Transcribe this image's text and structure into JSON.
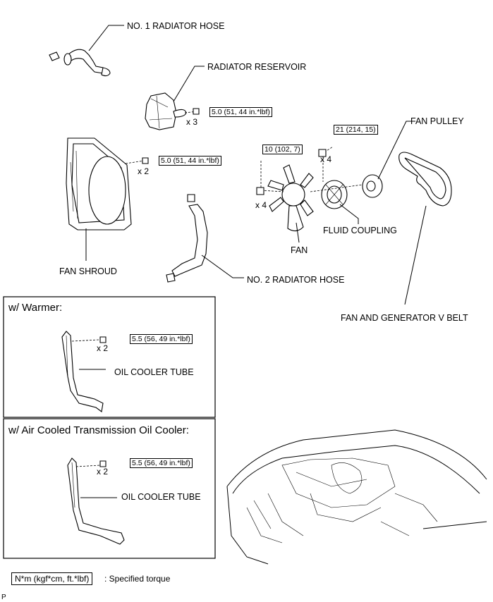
{
  "labels": {
    "no1_hose": "NO. 1 RADIATOR HOSE",
    "reservoir": "RADIATOR RESERVOIR",
    "fan_pulley": "FAN PULLEY",
    "fan_shroud": "FAN SHROUD",
    "no2_hose": "NO. 2 RADIATOR HOSE",
    "fluid_coupling": "FLUID COUPLING",
    "fan": "FAN",
    "vbelt": "FAN AND GENERATOR V BELT",
    "oil_cooler_tube_1": "OIL COOLER TUBE",
    "oil_cooler_tube_2": "OIL COOLER TUBE"
  },
  "torques": {
    "reservoir": "5.0 (51, 44 in.*lbf)",
    "shroud": "5.0 (51, 44 in.*lbf)",
    "fan": "10 (102, 7)",
    "coupling": "21 (214, 15)",
    "warmer": "5.5 (56, 49 in.*lbf)",
    "aircooled": "5.5 (56, 49 in.*lbf)"
  },
  "quantities": {
    "reservoir": "x 3",
    "shroud": "x 2",
    "fan": "x 4",
    "coupling": "x 4",
    "warmer": "x 2",
    "aircooled": "x 2"
  },
  "boxes": {
    "warmer_title": "w/ Warmer:",
    "aircooled_title": "w/ Air Cooled Transmission Oil Cooler:"
  },
  "legend": {
    "unit": "N*m (kgf*cm, ft.*lbf)",
    "description": ": Specified torque"
  },
  "footer_code": "P"
}
